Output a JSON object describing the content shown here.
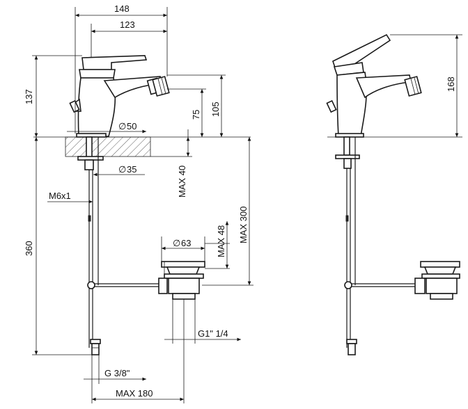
{
  "dimensions": {
    "width_148": "148",
    "width_123": "123",
    "height_137": "137",
    "height_105": "105",
    "height_75": "75",
    "dia_50": "50",
    "dia_35": "35",
    "max_40": "MAX 40",
    "max_300": "MAX 300",
    "max_48": "MAX 48",
    "dia_63": "63",
    "thread_m6": "M6x1",
    "height_360": "360",
    "thread_g1": "G1\" 1/4",
    "thread_g38": "G 3/8\"",
    "max_180": "MAX 180",
    "height_168": "168"
  },
  "symbols": {
    "diameter": "∅"
  }
}
